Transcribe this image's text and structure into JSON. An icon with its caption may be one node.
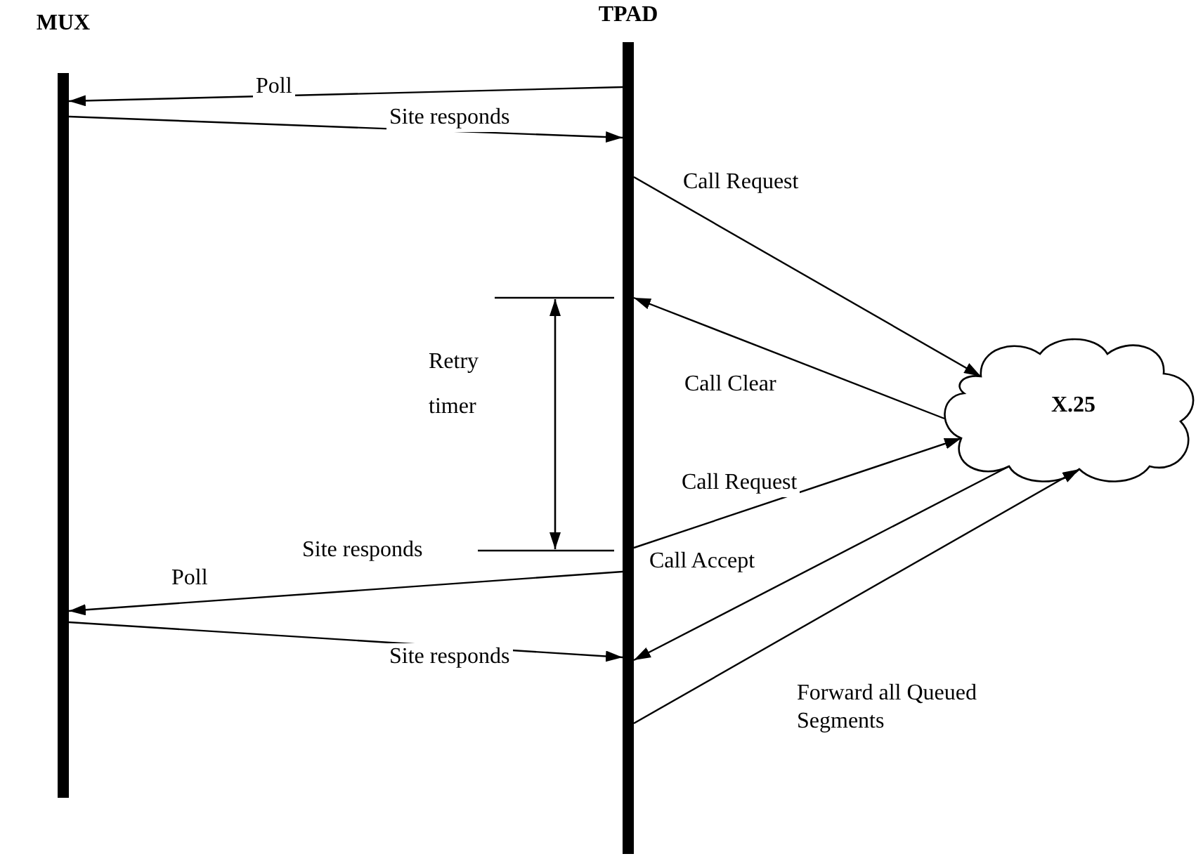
{
  "diagram": {
    "nodes": [
      {
        "text": [
          "MUX"
        ]
      },
      {
        "text": [
          "TPAD"
        ]
      },
      {
        "text": [
          "X.25"
        ]
      }
    ],
    "edges": [
      {
        "from": 1,
        "to": 0,
        "arrow": "to",
        "label": "Poll"
      },
      {
        "from": 0,
        "to": 1,
        "arrow": "to",
        "label": "Site responds"
      },
      {
        "from": 1,
        "to": 2,
        "arrow": "to",
        "label": "Call Request"
      },
      {
        "from": 2,
        "to": 1,
        "arrow": "to",
        "label": "Call Clear"
      },
      {
        "from": 1,
        "to": 2,
        "arrow": "to",
        "label": "Call Request"
      },
      {
        "from": 1,
        "to": 0,
        "arrow": "to",
        "label": "Poll"
      },
      {
        "from": 0,
        "to": 1,
        "arrow": "to",
        "label": "Site responds"
      },
      {
        "from": 2,
        "to": 1,
        "arrow": "to",
        "label": "Call Accept"
      },
      {
        "from": 1,
        "to": 2,
        "arrow": "to",
        "label": "Forward all Queued Segments"
      }
    ],
    "labels": [
      "Retry timer",
      "Site responds"
    ]
  }
}
